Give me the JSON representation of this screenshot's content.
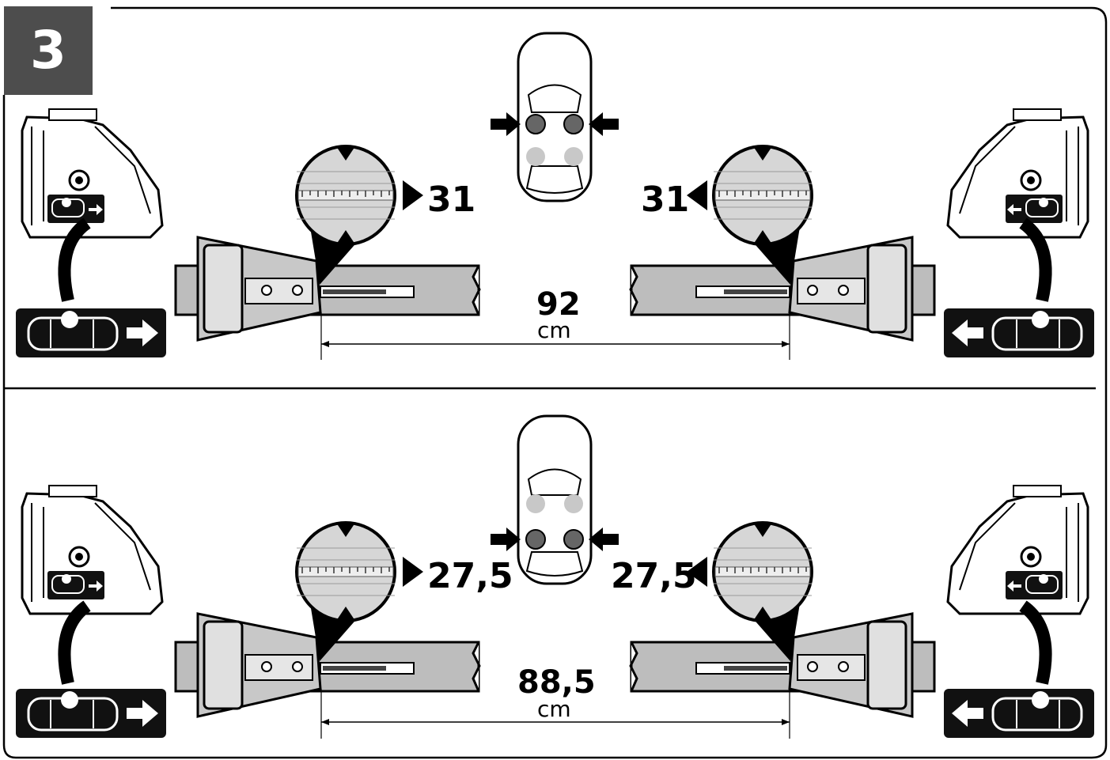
{
  "step": {
    "number": "3"
  },
  "panels": [
    {
      "id": "top",
      "wheels_highlight": "front",
      "left_setting": "31",
      "right_setting": "31",
      "distance": "92",
      "unit": "cm"
    },
    {
      "id": "bottom",
      "wheels_highlight": "rear",
      "left_setting": "27,5",
      "right_setting": "27,5",
      "distance": "88,5",
      "unit": "cm"
    }
  ],
  "colors": {
    "badge": "#4d4d4d",
    "bar": "#bdbdbd",
    "ink": "#000000",
    "plate": "#111111"
  },
  "icons": [
    "car-top-view-icon",
    "push-arrow-icon",
    "foot-bracket-icon",
    "curved-arrow-icon",
    "car-direction-plate-icon",
    "magnifier-scale-icon"
  ]
}
